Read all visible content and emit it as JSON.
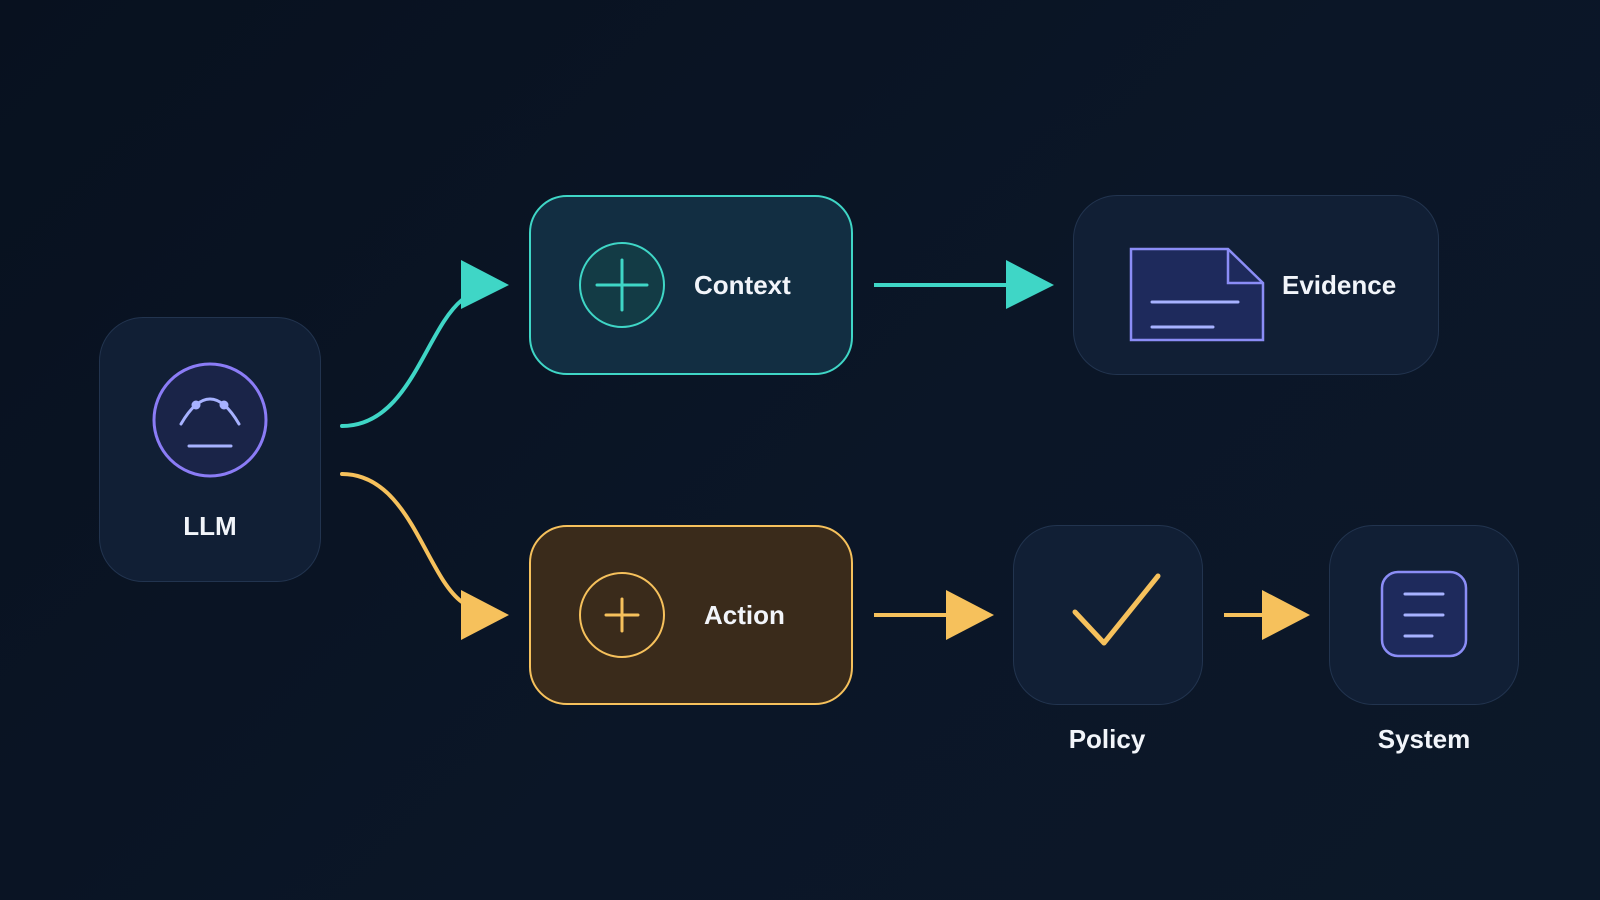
{
  "nodes": {
    "llm": {
      "label": "LLM",
      "icon": "llm-face-icon"
    },
    "context": {
      "label": "Context",
      "icon": "plus-circle-icon"
    },
    "evidence": {
      "label": "Evidence",
      "icon": "document-icon"
    },
    "action": {
      "label": "Action",
      "icon": "plus-circle-icon"
    },
    "policy": {
      "label": "Policy",
      "icon": "checkmark-icon"
    },
    "system": {
      "label": "System",
      "icon": "menu-list-icon"
    }
  },
  "edges": [
    {
      "from": "LLM",
      "to": "Context",
      "color": "#3fd6c6"
    },
    {
      "from": "LLM",
      "to": "Action",
      "color": "#f6c15c"
    },
    {
      "from": "Context",
      "to": "Evidence",
      "color": "#3fd6c6"
    },
    {
      "from": "Action",
      "to": "Policy",
      "color": "#f6c15c"
    },
    {
      "from": "Policy",
      "to": "System",
      "color": "#f6c15c"
    }
  ],
  "colors": {
    "teal": "#3fd6c6",
    "amber": "#f6c15c",
    "violet": "#8b7cf6",
    "lavender": "#a7b2ff",
    "background": "#0a1422"
  }
}
